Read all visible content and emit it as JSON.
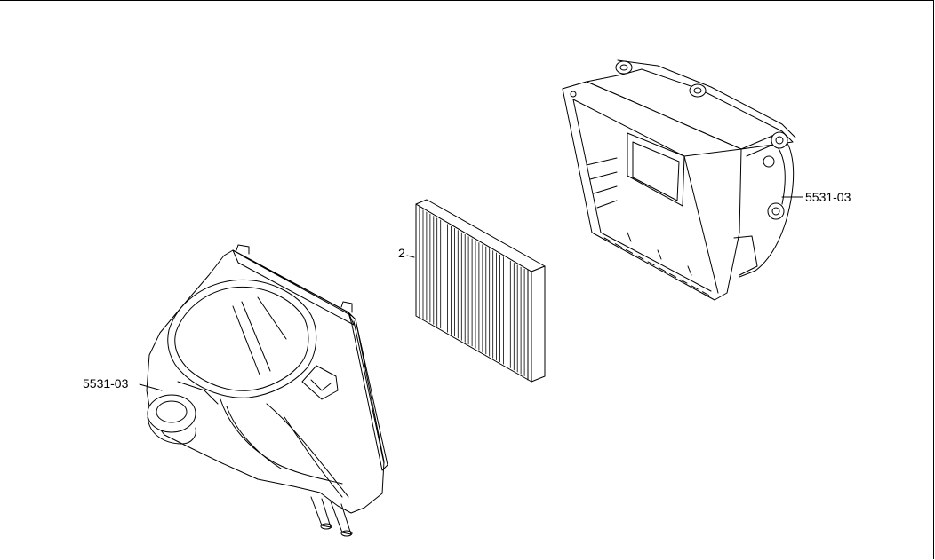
{
  "labels": {
    "filter": "2",
    "left_housing": "5531-03",
    "right_housing": "5531-03"
  },
  "colors": {
    "line": "#000000",
    "background": "#ffffff"
  }
}
